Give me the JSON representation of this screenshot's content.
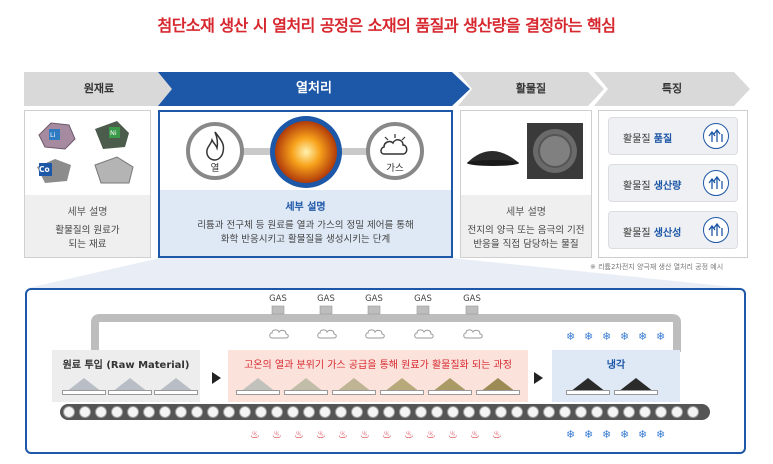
{
  "title": "첨단소재 생산 시 열처리 공정은 소재의 품질과 생산량을 결정하는 핵심",
  "stages": [
    {
      "label": "원재료"
    },
    {
      "label": "열처리"
    },
    {
      "label": "활물질"
    },
    {
      "label": "특징"
    }
  ],
  "raw": {
    "icons": [
      "Li",
      "Ni",
      "Co"
    ],
    "sub_title": "세부 설명",
    "sub_body": [
      "활물질의 원료가",
      "되는 재료"
    ]
  },
  "heat": {
    "left_caption": "열",
    "right_caption": "가스",
    "sub_title": "세부 설명",
    "sub_body": [
      "리튬과 전구체 등 원료를 열과 가스의 정밀 제어를 통해",
      "화학 반응시키고 활물질을 생성시키는 단계"
    ]
  },
  "active": {
    "sub_title": "세부 설명",
    "sub_body": [
      "전지의 양극 또는 음극의 기전",
      "반응을 직접 담당하는 물질"
    ]
  },
  "features": [
    {
      "prefix": "활물질 ",
      "em": "품질"
    },
    {
      "prefix": "활물질 ",
      "em": "생산량"
    },
    {
      "prefix": "활물질 ",
      "em": "생산성"
    }
  ],
  "note": "※ 리튬2차전지 양극재 생산 열처리 공정 예시",
  "process": {
    "gas_label": "GAS",
    "zone_raw": "원료 투입 (Raw Material)",
    "zone_heat": "고온의 열과 분위기 가스 공급을 통해 원료가 활물질화 되는 과정",
    "zone_cool": "냉각"
  },
  "colors": {
    "accent_red": "#d7282f",
    "accent_blue": "#1d57a7",
    "chevron_gray": "#d9d9d9"
  }
}
